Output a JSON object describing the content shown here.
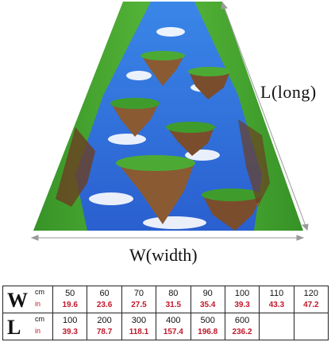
{
  "labels": {
    "length": "L(long)",
    "width": "W(width)"
  },
  "size_table": {
    "unit_cm": "cm",
    "unit_in": "in",
    "rows": [
      {
        "letter": "W",
        "cells": [
          {
            "cm": "50",
            "in": "19.6"
          },
          {
            "cm": "60",
            "in": "23.6"
          },
          {
            "cm": "70",
            "in": "27.5"
          },
          {
            "cm": "80",
            "in": "31.5"
          },
          {
            "cm": "90",
            "in": "35.4"
          },
          {
            "cm": "100",
            "in": "39.3"
          },
          {
            "cm": "110",
            "in": "43.3"
          },
          {
            "cm": "120",
            "in": "47.2"
          }
        ]
      },
      {
        "letter": "L",
        "cells": [
          {
            "cm": "100",
            "in": "39.3"
          },
          {
            "cm": "200",
            "in": "78.7"
          },
          {
            "cm": "300",
            "in": "118.1"
          },
          {
            "cm": "400",
            "in": "157.4"
          },
          {
            "cm": "500",
            "in": "196.8"
          },
          {
            "cm": "600",
            "in": "236.2"
          },
          {
            "cm": "",
            "in": ""
          },
          {
            "cm": "",
            "in": ""
          }
        ]
      }
    ]
  },
  "colors": {
    "grass": "#3d9a2a",
    "sky": "#2f6fd6",
    "rock": "#8a5a33",
    "inch_text": "#c0182a"
  }
}
